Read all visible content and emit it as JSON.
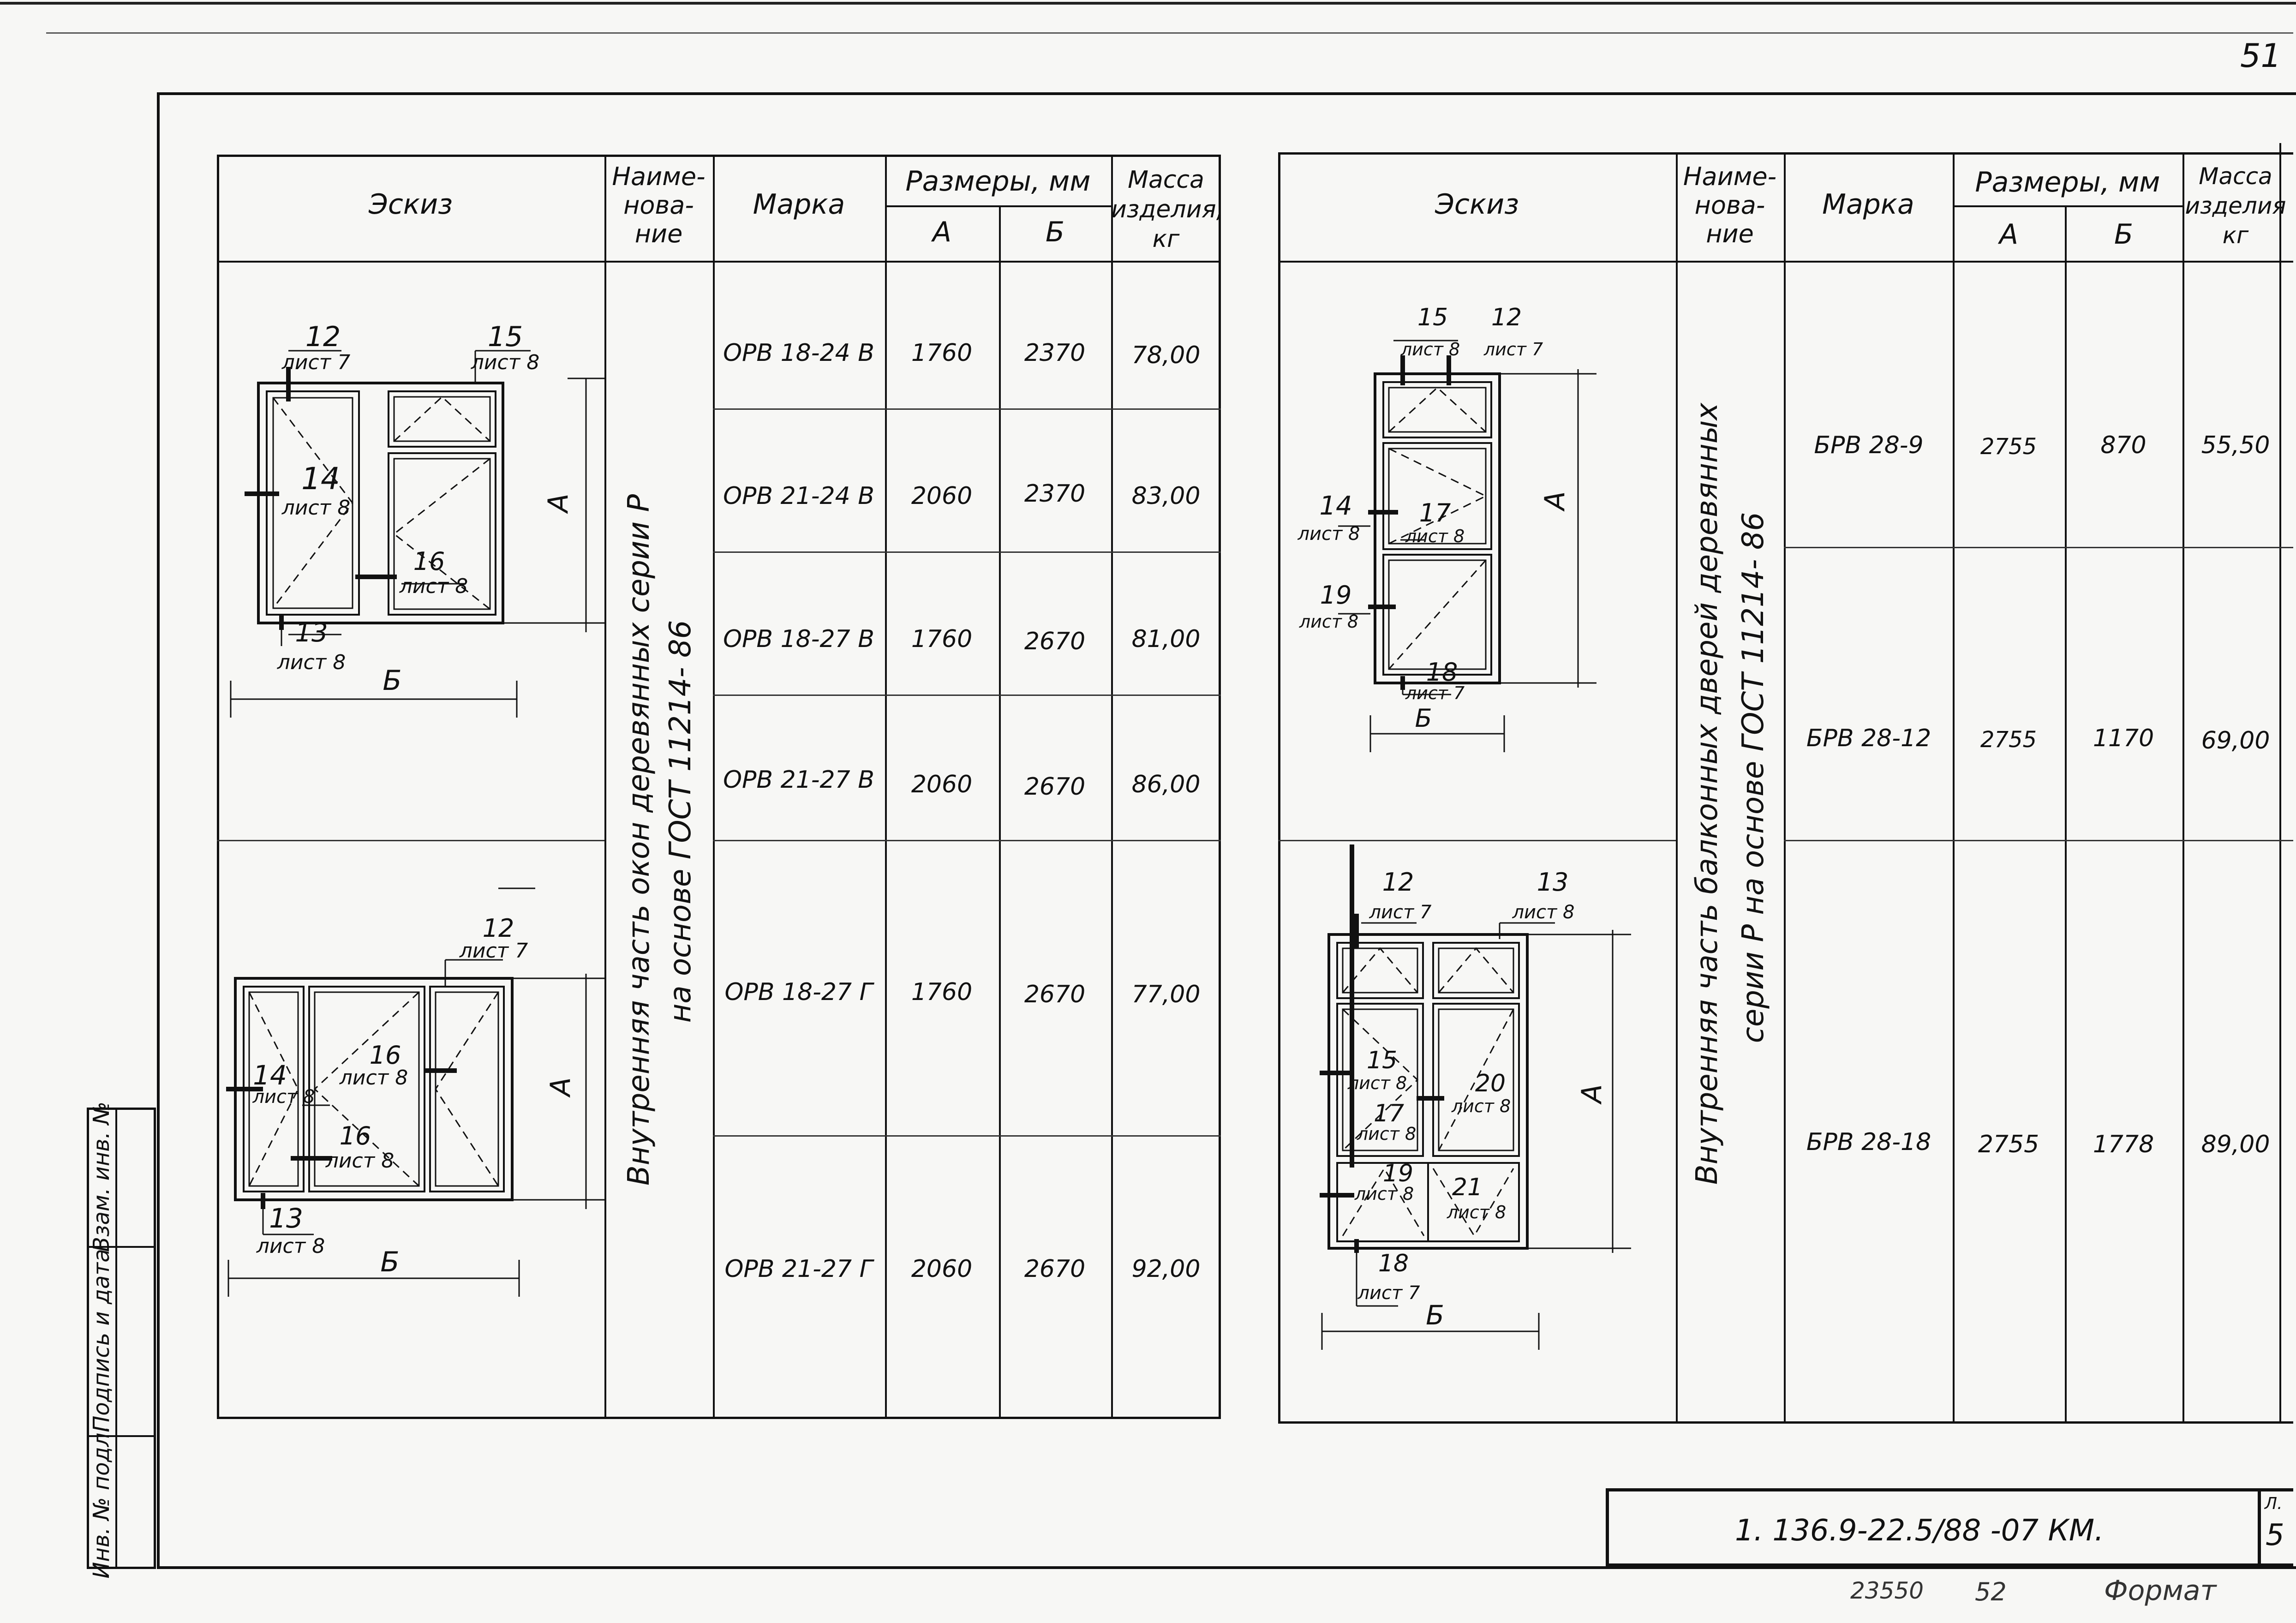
{
  "page": {
    "number": "51"
  },
  "left_table": {
    "headers": {
      "sketch": "Эскиз",
      "name": "Наиме-\nнова-\nние",
      "mark": "Марка",
      "sizes": "Размеры, мм",
      "size_a": "А",
      "size_b": "Б",
      "mass": "Масса\nизделия,\nкг"
    },
    "name_text": [
      "Внутренняя часть окон деревянных серии Р",
      "на основе  ГОСТ 11214- 86"
    ],
    "rows": [
      {
        "mark": "ОРВ 18-24 В",
        "a": "1760",
        "b": "2370",
        "mass": "78,00"
      },
      {
        "mark": "ОРВ 21-24 В",
        "a": "2060",
        "b": "2370",
        "mass": "83,00"
      },
      {
        "mark": "ОРВ 18-27 В",
        "a": "1760",
        "b": "2670",
        "mass": "81,00"
      },
      {
        "mark": "ОРВ 21-27 В",
        "a": "2060",
        "b": "2670",
        "mass": "86,00"
      },
      {
        "mark": "ОРВ 18-27 Г",
        "a": "1760",
        "b": "2670",
        "mass": "77,00"
      },
      {
        "mark": "ОРВ 21-27 Г",
        "a": "2060",
        "b": "2670",
        "mass": "92,00"
      }
    ],
    "sketch1": {
      "c1": "12",
      "s1": "лист 7",
      "c2": "15",
      "s2": "лист 8",
      "c3": "14",
      "s3": "лист 8",
      "c4": "16",
      "s4": "лист 8",
      "c5": "13",
      "s5": "лист 8",
      "dim_a": "А",
      "dim_b": "Б"
    },
    "sketch2": {
      "c1": "12",
      "s1": "лист 7",
      "c2": "14",
      "s2": "лист 8",
      "c3": "16",
      "s3": "лист 8",
      "c4": "16",
      "s4": "лист 8",
      "c5": "13",
      "s5": "лист 8",
      "dim_a": "А",
      "dim_b": "Б"
    }
  },
  "right_table": {
    "headers": {
      "sketch": "Эскиз",
      "name": "Наиме-\nнова-\nние",
      "mark": "Марка",
      "sizes": "Размеры, мм",
      "size_a": "А",
      "size_b": "Б",
      "mass": "Масса\nизделия\nкг"
    },
    "name_text": [
      "Внутренняя часть балконных дверей деревянных",
      "серии Р на основе ГОСТ 11214- 86"
    ],
    "rows": [
      {
        "mark": "БРВ 28-9",
        "a": "2755",
        "b": "870",
        "mass": "55,50"
      },
      {
        "mark": "БРВ 28-12",
        "a": "2755",
        "b": "1170",
        "mass": "69,00"
      },
      {
        "mark": "БРВ 28-18",
        "a": "2755",
        "b": "1778",
        "mass": "89,00"
      }
    ],
    "sketch1": {
      "c1": "15",
      "s1": "лист 8",
      "c2": "12",
      "s2": "лист 7",
      "c3": "14",
      "s3": "лист 8",
      "c4": "17",
      "s4": "лист 8",
      "c5": "19",
      "s5": "лист 8",
      "c6": "18",
      "s6": "лист 7",
      "dim_a": "А",
      "dim_b": "Б"
    },
    "sketch2": {
      "c1": "12",
      "s1": "лист 7",
      "c2": "13",
      "s2": "лист 8",
      "c3": "15",
      "s3": "лист 8",
      "c4": "20",
      "s4": "лист 8",
      "c5": "17",
      "s5": "лист 8",
      "c6": "19",
      "s6": "лист 8",
      "c7": "21",
      "s7": "лист 8",
      "c8": "18",
      "s8": "лист 7",
      "dim_a": "А",
      "dim_b": "Б"
    }
  },
  "side_stamp": {
    "f1": "Взам. инв. №",
    "f2": "Подпись и дата",
    "f3": "Инв. № подл."
  },
  "title_block": {
    "code": "1. 136.9-22.5/88 -07 КМ.",
    "sheet_label": "Л.",
    "sheet_no": "5"
  },
  "footer": {
    "num1": "23550",
    "num2": "52",
    "format": "Формат"
  }
}
